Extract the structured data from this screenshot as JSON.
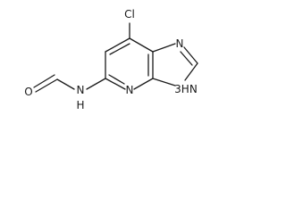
{
  "molecule": {
    "atoms": {
      "cl": "Cl",
      "n_imidazole_top": "N",
      "n_pyridine": "N",
      "nh_imidazole": "3H",
      "nh_imidazole_n": "N",
      "nh_amide": "N",
      "nh_amide_h": "H",
      "o_carbonyl": "O"
    }
  }
}
